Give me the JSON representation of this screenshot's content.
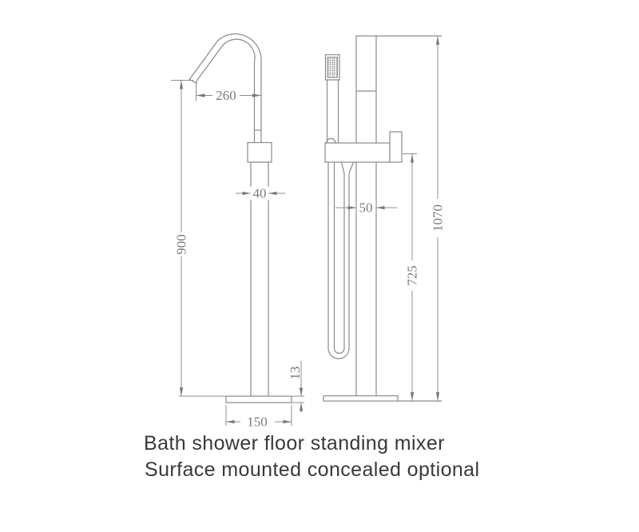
{
  "drawing": {
    "line_color": "#8a8a8a",
    "dimension_color": "#8f8f8f",
    "dimension_text_color": "#7a7a7a",
    "caption_color": "#39393b",
    "dimensions": {
      "spout_reach": "260",
      "column_width": "40",
      "spout_height": "900",
      "base_width": "150",
      "base_thickness": "13",
      "column_depth": "50",
      "hand_shower_height": "725",
      "overall_height": "1070"
    }
  },
  "caption": {
    "line1": "Bath shower floor standing mixer",
    "line2": "Surface mounted concealed optional"
  }
}
